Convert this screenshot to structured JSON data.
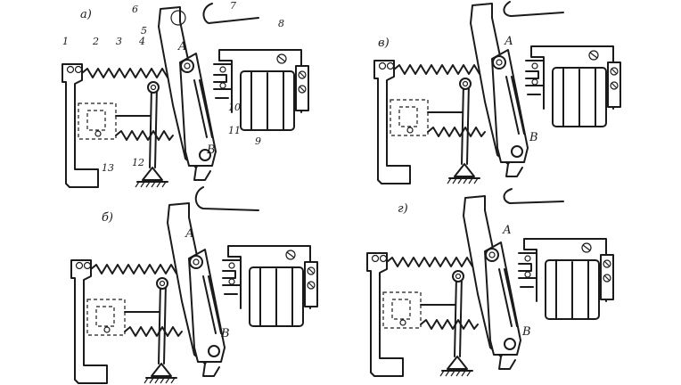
{
  "panels": [
    {
      "label": "а)",
      "pointA": "A",
      "pointB": "B",
      "shown": true
    },
    {
      "label": "в)",
      "pointA": "А",
      "pointB": "В"
    },
    {
      "label": "б)",
      "pointA": "А",
      "pointB": "В"
    },
    {
      "label": "г)",
      "pointA": "А",
      "pointB": "В"
    }
  ],
  "part_numbers": [
    "1",
    "2",
    "3",
    "4",
    "5",
    "6",
    "7",
    "8",
    "9",
    "10",
    "11",
    "12",
    "13"
  ]
}
